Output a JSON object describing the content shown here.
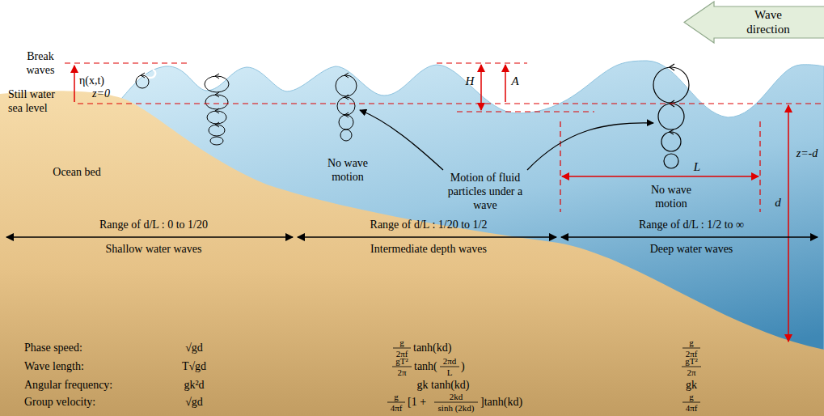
{
  "diagram": {
    "nodes": [
      {
        "text": [
          "Wave direction"
        ]
      }
    ],
    "labels": [
      "Break waves",
      "η(x,t)",
      "Still water sea level",
      "z=0",
      "H",
      "A",
      "No wave motion",
      "Motion of fluid particles under a wave",
      "L",
      "No wave motion",
      "d",
      "z=-d",
      "Ocean bed",
      "Range of d/L : 0 to 1/20",
      "Shallow water waves",
      "Range of d/L : 1/20 to 1/2",
      "Intermediate depth waves",
      "Range of d/L : 1/2 to ∞",
      "Deep water waves",
      "Phase speed:",
      "Wave length:",
      "Angular frequency:",
      "Group velocity:",
      "√gd",
      "T√gd",
      "gk²d",
      "√gd",
      "g",
      "2πf",
      "tanh(kd)",
      "gT²",
      "2π",
      "tanh(",
      "2πd",
      "L",
      ")",
      "gk tanh(kd)",
      "g",
      "4πf",
      "[1 +",
      "2kd",
      "sinh (2kd)",
      "]tanh(kd)",
      "g",
      "2πf",
      "gT²",
      "2π",
      "gk",
      "g",
      "4πf"
    ]
  }
}
